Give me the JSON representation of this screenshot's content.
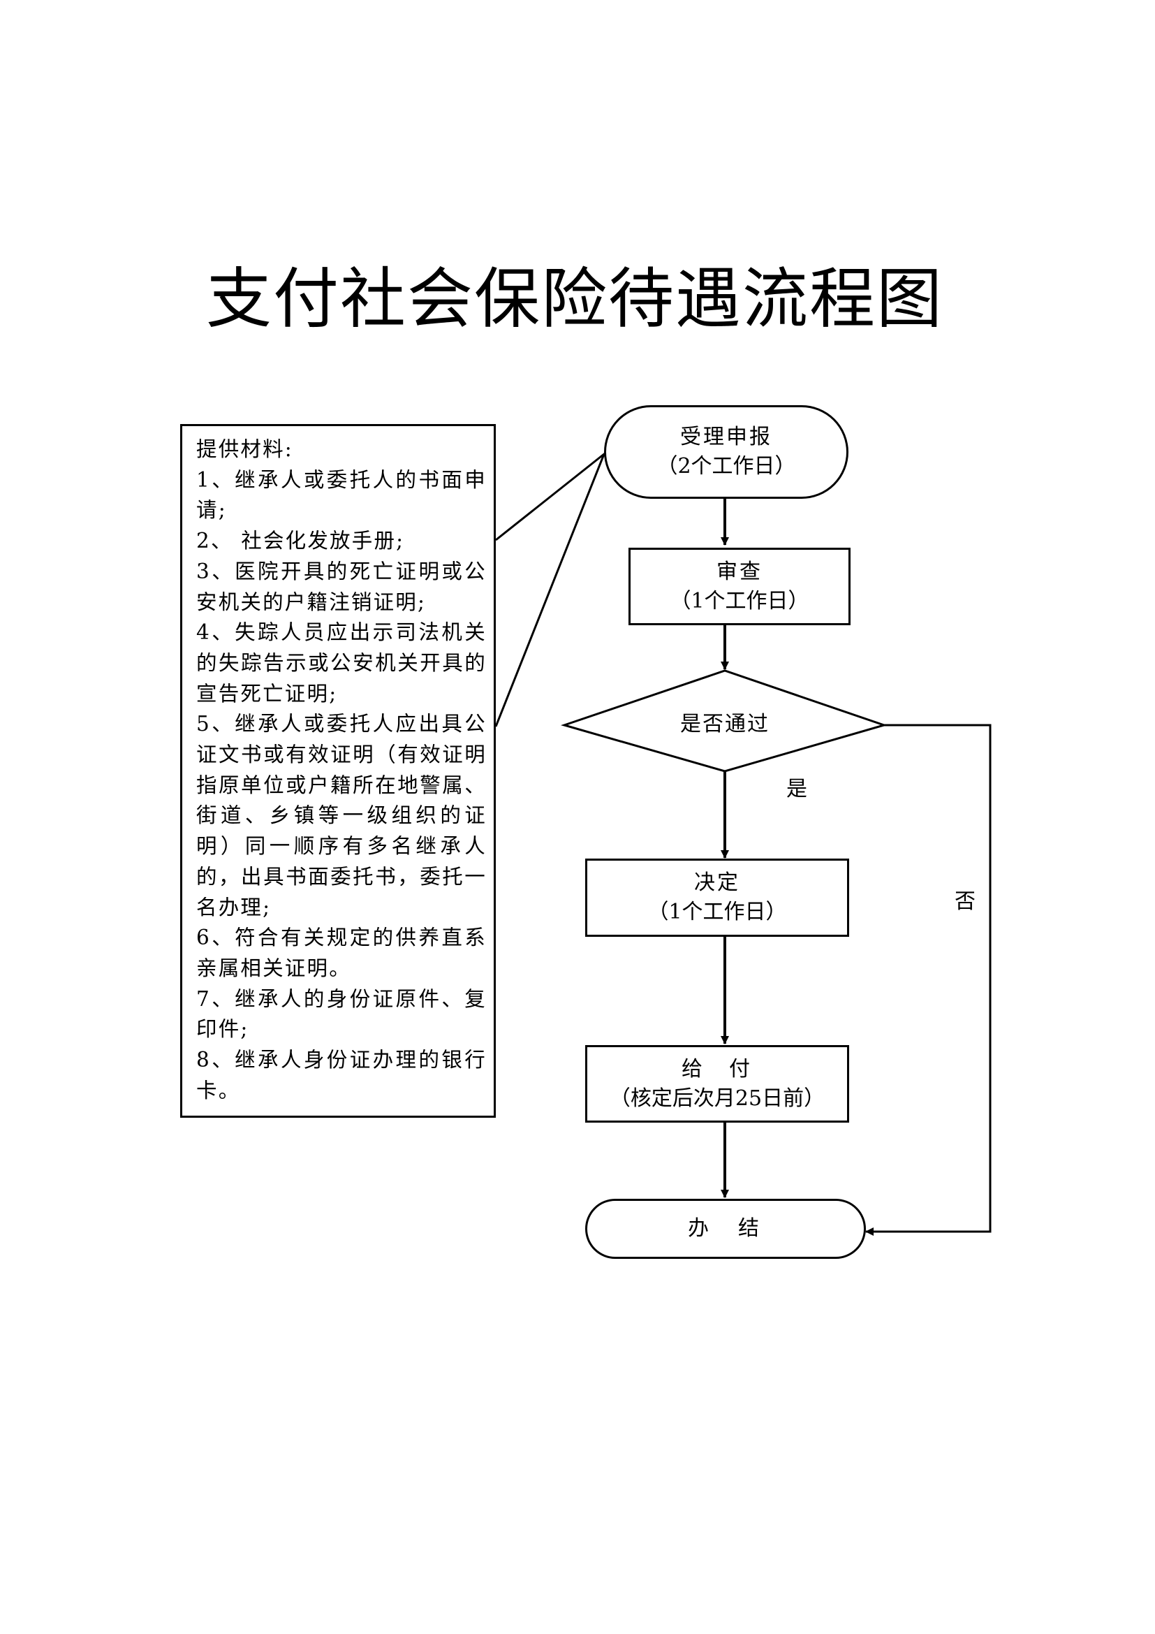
{
  "title": "支付社会保险待遇流程图",
  "materials": {
    "heading": "提供材料:",
    "items": [
      "1、继承人或委托人的书面申请;",
      "2、 社会化发放手册;",
      "3、医院开具的死亡证明或公安机关的户籍注销证明;",
      "4、失踪人员应出示司法机关的失踪告示或公安机关开具的宣告死亡证明;",
      "5、继承人或委托人应出具公证文书或有效证明（有效证明指原单位或户籍所在地警属、街道、乡镇等一级组织的证明）同一顺序有多名继承人的，出具书面委托书，委托一名办理;",
      "6、符合有关规定的供养直系亲属相关证明。",
      "7、继承人的身份证原件、复印件;",
      "8、继承人身份证办理的银行卡。"
    ]
  },
  "flow": {
    "accept": {
      "label": "受理申报",
      "time": "（2个工作日）"
    },
    "review": {
      "label": "审查",
      "time": "（1个工作日）"
    },
    "decision": {
      "label": "是否通过",
      "yes": "是",
      "no": "否"
    },
    "decide": {
      "label": "决定",
      "time": "（1个工作日）"
    },
    "pay": {
      "label": "给　付",
      "time": "（核定后次月25日前）"
    },
    "finish": {
      "label": "办　结"
    }
  }
}
